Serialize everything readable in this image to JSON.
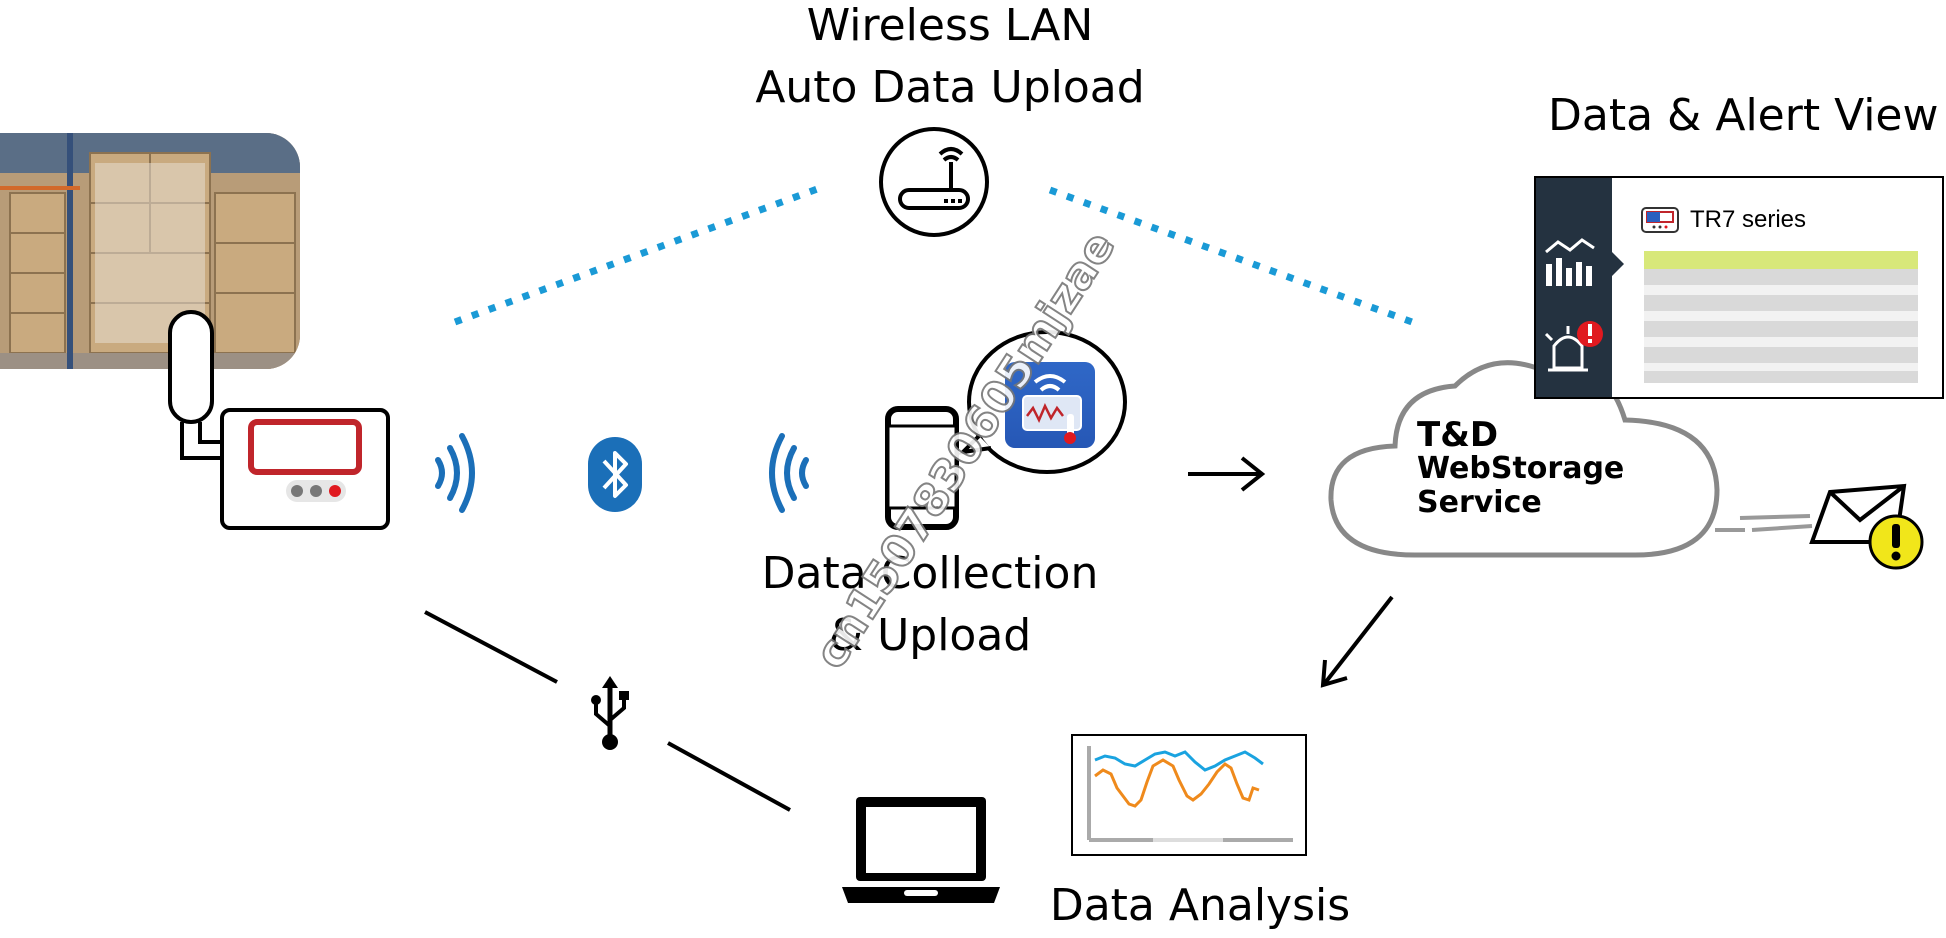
{
  "labels": {
    "wireless_line1": "Wireless LAN",
    "wireless_line2": "Auto Data Upload",
    "alert_view": "Data & Alert View",
    "collection_line1": "Data Collection",
    "collection_line2": "& Upload",
    "analysis": "Data Analysis"
  },
  "cloud": {
    "line1": "T&D",
    "line2": "WebStorage",
    "line3": "Service"
  },
  "panel": {
    "series_title": "TR7 series"
  },
  "watermark": "cn1507830605mjzae",
  "colors": {
    "wifi_dots": "#1a9ad6",
    "bluetooth": "#1b6fb8",
    "logger_red": "#c0252b",
    "panel_sidebar": "#243240",
    "highlight_row": "#d8e87a",
    "alert_red": "#e0191f",
    "alert_yellow": "#f1e61a",
    "graph_blue": "#1aa3e0",
    "graph_orange": "#ef8a1c"
  },
  "icons": [
    "router-icon",
    "bluetooth-icon",
    "usb-icon",
    "smartphone-icon",
    "app-icon",
    "laptop-icon",
    "mail-icon",
    "warning-icon",
    "graph-icon",
    "alarm-icon"
  ]
}
